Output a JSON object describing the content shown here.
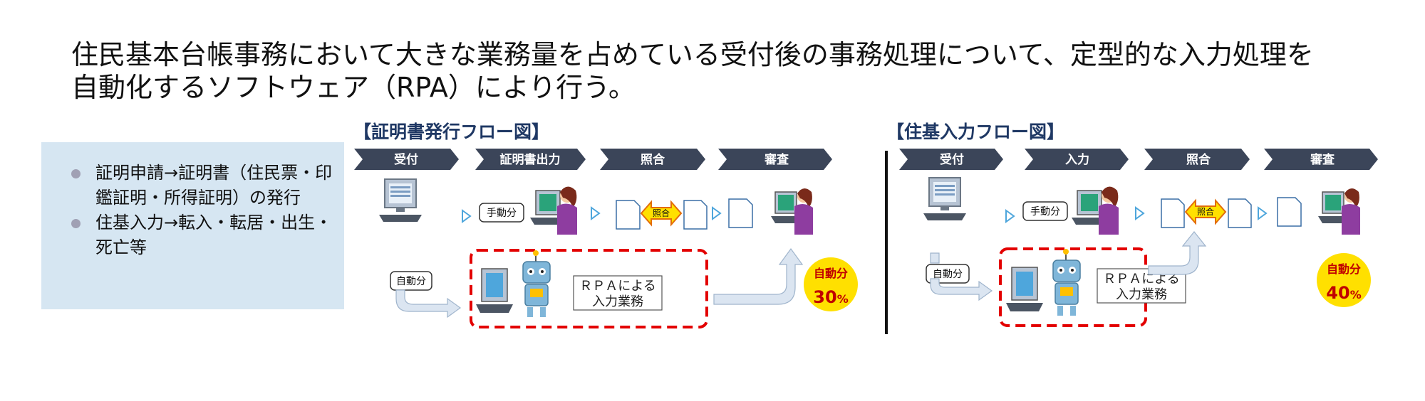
{
  "intro": {
    "line1": "住民基本台帳事務において大きな業務量を占めている受付後の事務処理について、定型的な入力処理を",
    "line2": "自動化するソフトウェア（RPA）により行う。"
  },
  "bullets": [
    "証明申請→証明書（住民票・印鑑証明・所得証明）の発行",
    "住基入力→転入・転居・出生・死亡等"
  ],
  "flow1": {
    "title": "【証明書発行フロー図】",
    "steps": [
      "受付",
      "証明書出力",
      "照合",
      "審査"
    ],
    "manual_label": "手動分",
    "auto_label": "自動分",
    "check_label": "照合",
    "rpa_line1": "ＲＰＡによる",
    "rpa_line2": "入力業務",
    "badge_label": "自動分",
    "badge_value": "30",
    "badge_unit": "%"
  },
  "flow2": {
    "title": "【住基入力フロー図】",
    "steps": [
      "受付",
      "入力",
      "照合",
      "審査"
    ],
    "manual_label": "手動分",
    "auto_label": "自動分",
    "check_label": "照合",
    "rpa_line1": "ＲＰＡによる",
    "rpa_line2": "入力業務",
    "badge_label": "自動分",
    "badge_value": "40",
    "badge_unit": "%"
  },
  "colors": {
    "chevron": "#3b4559",
    "panel_title": "#1f3864",
    "bullet_bg": "#d6e6f2",
    "dash_red": "#e30000",
    "badge_fill": "#ffe000",
    "badge_text": "#c00000",
    "flow_arrow": "#dbe5f1"
  }
}
